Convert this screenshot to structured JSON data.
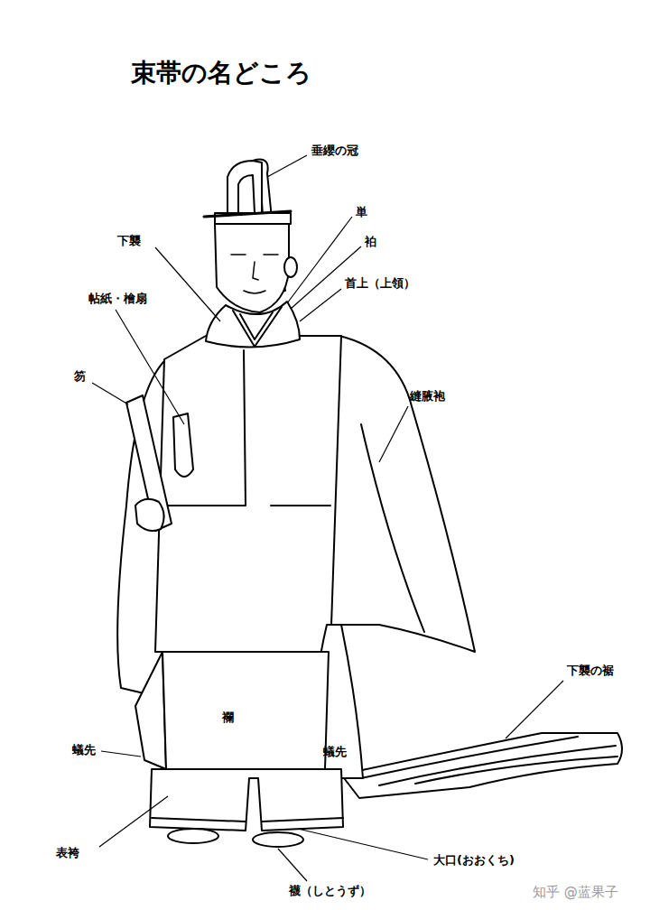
{
  "diagram": {
    "title": "束帯の名どころ",
    "labels": [
      "垂纓の冠",
      "単",
      "袙",
      "首上（上領）",
      "下襲",
      "帖紙・檜扇",
      "笏",
      "縫腋袍",
      "下襲の裾",
      "襴",
      "蟻先",
      "蟻先",
      "表袴",
      "大口(おおくち)",
      "襪（しとうず）",
      "知乎 @蓝果子"
    ]
  }
}
